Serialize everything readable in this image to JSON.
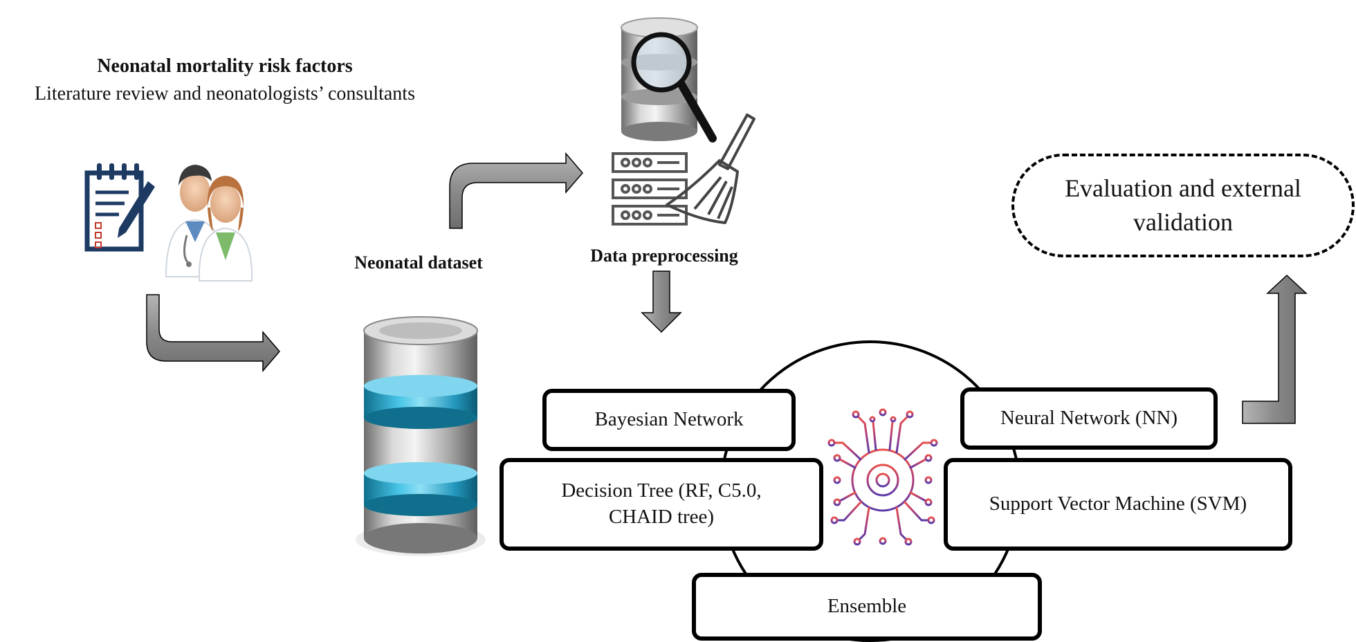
{
  "heading": {
    "title": "Neonatal mortality risk factors",
    "subtitle": "Literature review and neonatologists’ consultants"
  },
  "labels": {
    "dataset": "Neonatal dataset",
    "preprocessing": "Data preprocessing"
  },
  "models": {
    "bayesian": "Bayesian Network",
    "decision_tree_line1": "Decision Tree (RF, C5.0,",
    "decision_tree_line2": "CHAID tree)",
    "neural": "Neural Network (NN)",
    "svm": "Support Vector Machine (SVM)",
    "ensemble": "Ensemble"
  },
  "evaluation": {
    "line1": "Evaluation and external",
    "line2": "validation"
  },
  "icons": [
    "clipboard-icon",
    "doctors-icon",
    "database-icon",
    "search-database-icon",
    "server-icon",
    "broom-icon",
    "ai-brain-icon"
  ],
  "colors": {
    "arrow_fill": "#8a8a8a",
    "database_accent": "#2fa8d0",
    "clipboard": "#1d3a63",
    "brain_gradient_start": "#e8504a",
    "brain_gradient_end": "#5a3aa8"
  }
}
